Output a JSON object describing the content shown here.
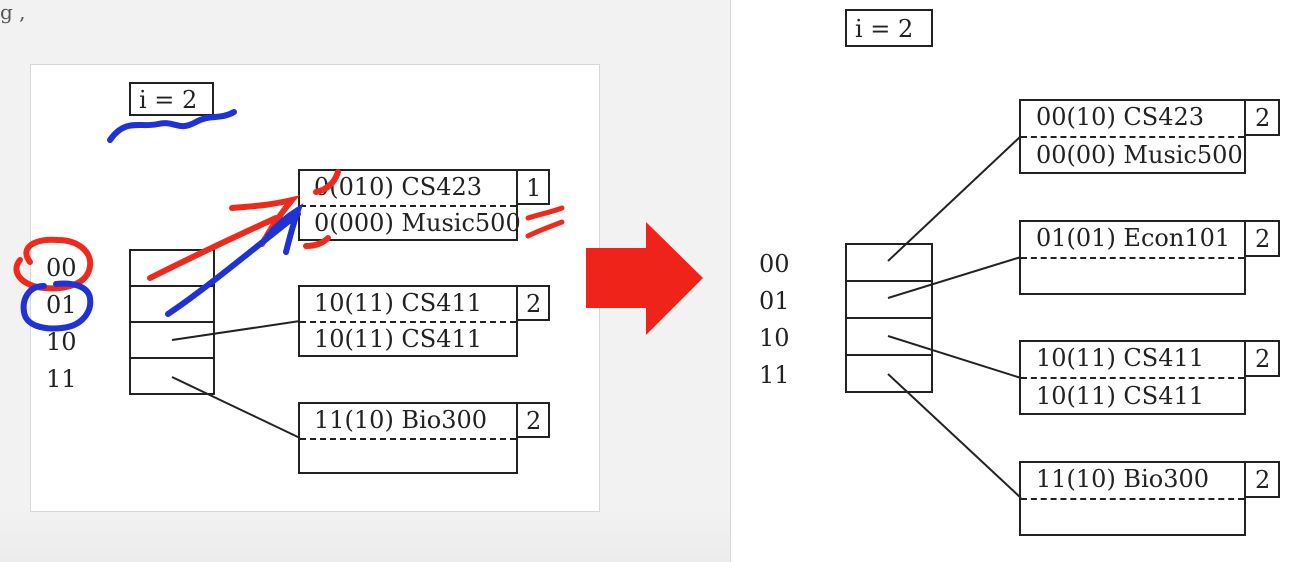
{
  "top_corner_mark": "g ,",
  "left_diagram": {
    "global_depth": "i = 2",
    "directory_labels": [
      "00",
      "01",
      "10",
      "11"
    ],
    "buckets": [
      {
        "records": [
          "0(010) CS423",
          "0(000) Music500"
        ],
        "local_depth": "1"
      },
      {
        "records": [
          "10(11) CS411",
          "10(11) CS411"
        ],
        "local_depth": "2"
      },
      {
        "records": [
          "11(10) Bio300",
          ""
        ],
        "local_depth": "2"
      }
    ]
  },
  "right_diagram": {
    "global_depth": "i = 2",
    "directory_labels": [
      "00",
      "01",
      "10",
      "11"
    ],
    "buckets": [
      {
        "records": [
          "00(10) CS423",
          "00(00) Music500"
        ],
        "local_depth": "2"
      },
      {
        "records": [
          "01(01) Econ101",
          ""
        ],
        "local_depth": "2"
      },
      {
        "records": [
          "10(11) CS411",
          "10(11) CS411"
        ],
        "local_depth": "2"
      },
      {
        "records": [
          "11(10) Bio300",
          ""
        ],
        "local_depth": "2"
      }
    ]
  },
  "colors": {
    "arrow": "#f0231a",
    "annotation_red": "#ee2a1c",
    "annotation_blue": "#1f32d6",
    "ink": "#222222"
  },
  "icons": [
    "big-right-arrow-icon",
    "hand-drawn-annotations"
  ]
}
